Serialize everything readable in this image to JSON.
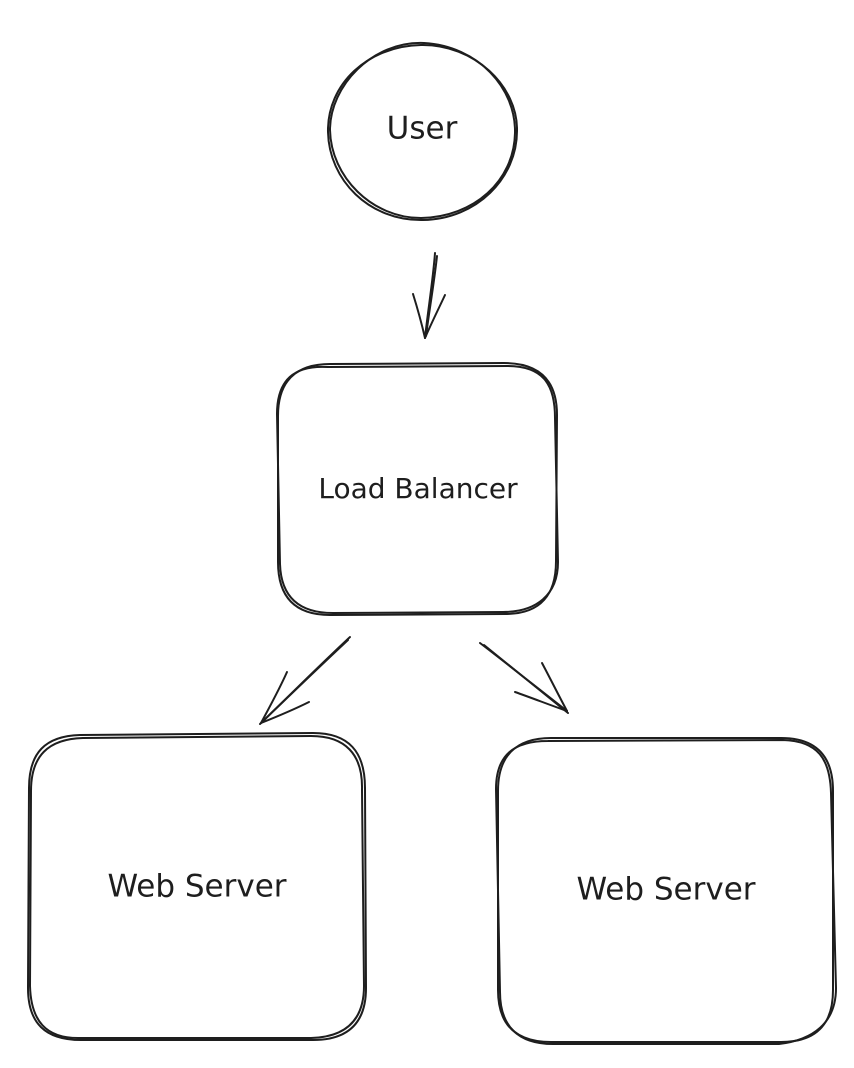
{
  "diagram": {
    "ink_color": "#1e1e1e",
    "background_color": "#ffffff",
    "nodes": {
      "user": {
        "label": "User",
        "shape": "circle"
      },
      "load_balancer": {
        "label": "Load Balancer",
        "shape": "rounded-rectangle"
      },
      "web_server_left": {
        "label": "Web Server",
        "shape": "rounded-rectangle"
      },
      "web_server_right": {
        "label": "Web Server",
        "shape": "rounded-rectangle"
      }
    },
    "edges": [
      {
        "from": "user",
        "to": "load_balancer"
      },
      {
        "from": "load_balancer",
        "to": "web_server_left"
      },
      {
        "from": "load_balancer",
        "to": "web_server_right"
      }
    ]
  }
}
